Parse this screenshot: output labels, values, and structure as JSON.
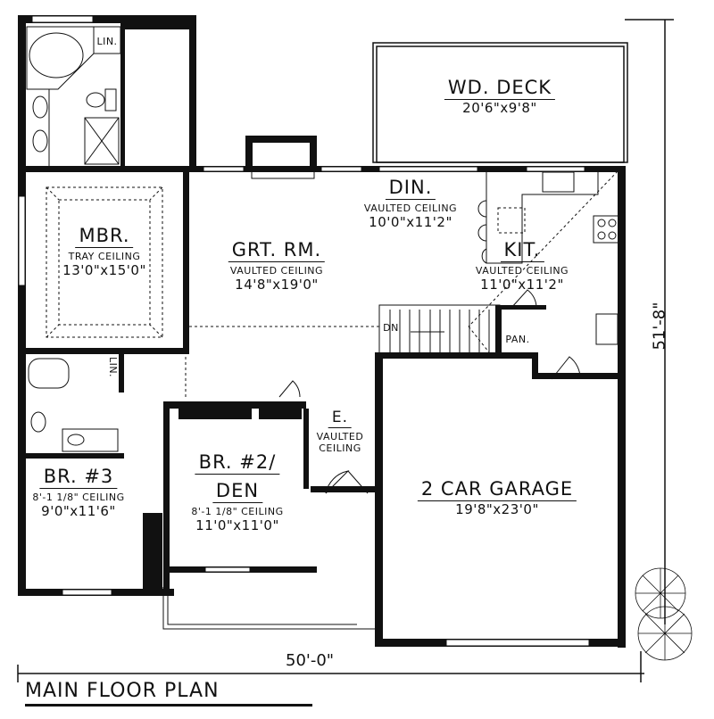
{
  "plan": {
    "title": "MAIN FLOOR PLAN",
    "overall_width": "50'-0\"",
    "overall_depth": "51'-8\""
  },
  "rooms": {
    "deck": {
      "name": "WD. DECK",
      "dim": "20'6\"x9'8\""
    },
    "mbr": {
      "name": "MBR.",
      "ceiling": "TRAY CEILING",
      "dim": "13'0\"x15'0\""
    },
    "grt_rm": {
      "name": "GRT. RM.",
      "ceiling": "VAULTED CEILING",
      "dim": "14'8\"x19'0\""
    },
    "din": {
      "name": "DIN.",
      "ceiling": "VAULTED CEILING",
      "dim": "10'0\"x11'2\""
    },
    "kit": {
      "name": "KIT.",
      "ceiling": "VAULTED CEILING",
      "dim": "11'0\"x11'2\""
    },
    "br3": {
      "name": "BR. #3",
      "ceiling": "8'-1 1/8\" CEILING",
      "dim": "9'0\"x11'6\""
    },
    "br2": {
      "name_line1": "BR. #2/",
      "name_line2": "DEN",
      "ceiling": "8'-1 1/8\" CEILING",
      "dim": "11'0\"x11'0\""
    },
    "entry": {
      "name": "E.",
      "ceiling_line1": "VAULTED",
      "ceiling_line2": "CEILING"
    },
    "garage": {
      "name": "2 CAR GARAGE",
      "dim": "19'8\"x23'0\""
    },
    "lin_master": {
      "name": "LIN."
    },
    "lin_hall": {
      "name": "LIN."
    },
    "pantry": {
      "name": "PAN."
    },
    "stair": {
      "label": "DN"
    }
  }
}
